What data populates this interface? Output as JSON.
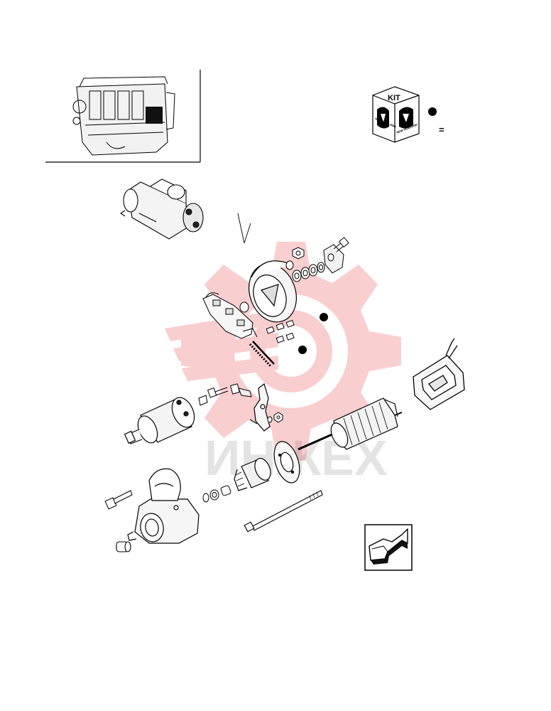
{
  "kit_badge": {
    "label": "KIT",
    "brand_left": "NEW HOLLAND",
    "brand_right": "NEW HOLLAND"
  },
  "legend": {
    "equals_symbol": "="
  },
  "watermark": {
    "text": "ИНЖЕХ",
    "color": "#e8262b"
  },
  "colors": {
    "line": "#000000",
    "watermark": "#e8262b",
    "background": "#ffffff"
  },
  "icons": {
    "next_page": "arrow-right-icon",
    "kit": "kit-box-icon"
  }
}
